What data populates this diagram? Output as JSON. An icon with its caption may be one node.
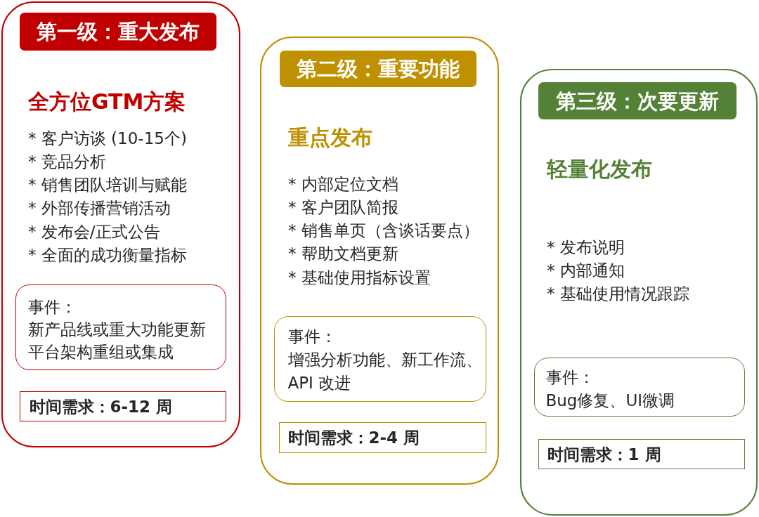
{
  "diagram": {
    "nodes": [
      {
        "text": [
          "全方位GTM方案",
          "* 客户访谈 (10-15个)",
          "* 竞品分析",
          "* 销售团队培训与赋能",
          "* 外部传播营销活动",
          "* 发布会/正式公告",
          "* 全面的成功衡量指标"
        ]
      },
      {
        "text": [
          "第一级：重大发布"
        ],
        "in": 0
      },
      {
        "text": [
          "事件：",
          "新产品线或重大功能更新",
          "平台架构重组或集成"
        ],
        "in": 0
      },
      {
        "text": [
          "时间需求：6-12 周"
        ],
        "in": 0
      },
      {
        "text": [
          "重点发布",
          "* 内部定位文档",
          "* 客户团队简报",
          "* 销售单页（含谈话要点）",
          "* 帮助文档更新",
          "* 基础使用指标设置"
        ]
      },
      {
        "text": [
          "第二级：重要功能"
        ],
        "in": 4
      },
      {
        "text": [
          "事件：",
          "增强分析功能、新工作流、API 改进"
        ],
        "in": 4
      },
      {
        "text": [
          "时间需求：2-4 周"
        ],
        "in": 4
      },
      {
        "text": [
          "轻量化发布",
          "* 发布说明",
          "* 内部通知",
          "* 基础使用情况跟踪"
        ]
      },
      {
        "text": [
          "第三级：次要更新"
        ],
        "in": 8
      },
      {
        "text": [
          "事件：",
          "Bug修复、UI微调"
        ],
        "in": 8
      },
      {
        "text": [
          "时间需求：1 周"
        ],
        "in": 8
      }
    ]
  }
}
